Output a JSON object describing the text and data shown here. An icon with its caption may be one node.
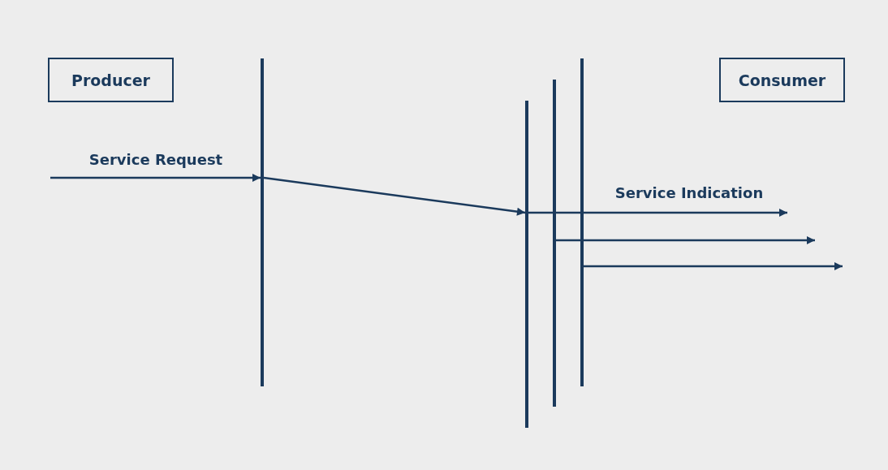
{
  "diagram": {
    "nodes": [
      {
        "text": [
          "Producer"
        ]
      },
      {
        "text": [
          "Consumer"
        ]
      },
      {
        "text": [],
        "shape": "bar"
      },
      {
        "text": [],
        "shape": "bar"
      },
      {
        "text": [],
        "shape": "bar"
      },
      {
        "text": [],
        "shape": "bar"
      }
    ],
    "edges": [
      {
        "from": null,
        "to": 2,
        "arrow": "to",
        "label": "Service Request"
      },
      {
        "from": 2,
        "to": 3,
        "arrow": "to"
      },
      {
        "from": 3,
        "to": null,
        "arrow": "to",
        "label": "Service Indication"
      },
      {
        "from": 4,
        "to": null,
        "arrow": "to"
      },
      {
        "from": 5,
        "to": null,
        "arrow": "to"
      }
    ]
  }
}
